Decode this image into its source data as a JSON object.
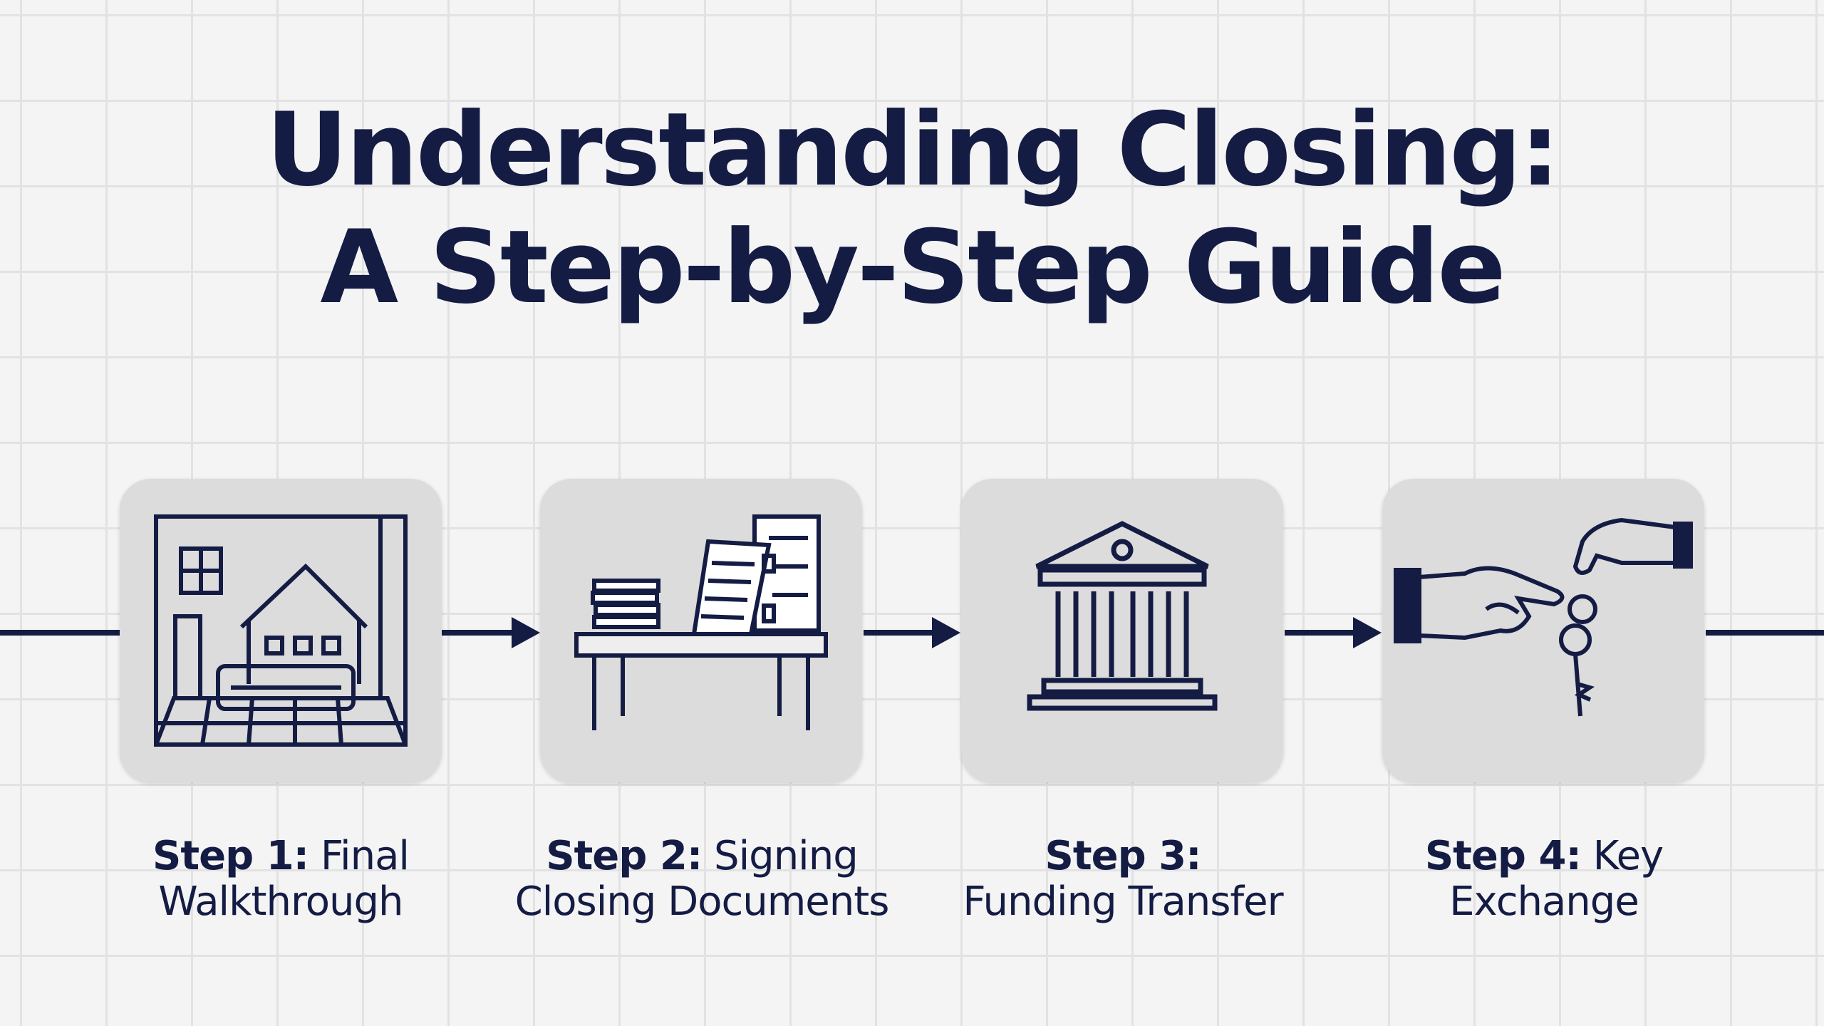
{
  "title": {
    "line1": "Understanding Closing:",
    "line2": "A Step-by-Step Guide"
  },
  "steps": [
    {
      "prefix": "Step 1:",
      "line1_rest": " Final",
      "line2": "Walkthrough",
      "icon": "house-interior-icon"
    },
    {
      "prefix": "Step 2:",
      "line1_rest": " Signing",
      "line2": "Closing Documents",
      "icon": "documents-desk-icon"
    },
    {
      "prefix": "Step 3:",
      "line1_rest": "",
      "line2": "Funding Transfer",
      "icon": "bank-icon"
    },
    {
      "prefix": "Step 4:",
      "line1_rest": " Key",
      "line2": "Exchange",
      "icon": "key-handover-icon"
    }
  ],
  "colors": {
    "accent": "#141c44",
    "card": "#dcdcdc",
    "background": "#f4f4f4"
  }
}
